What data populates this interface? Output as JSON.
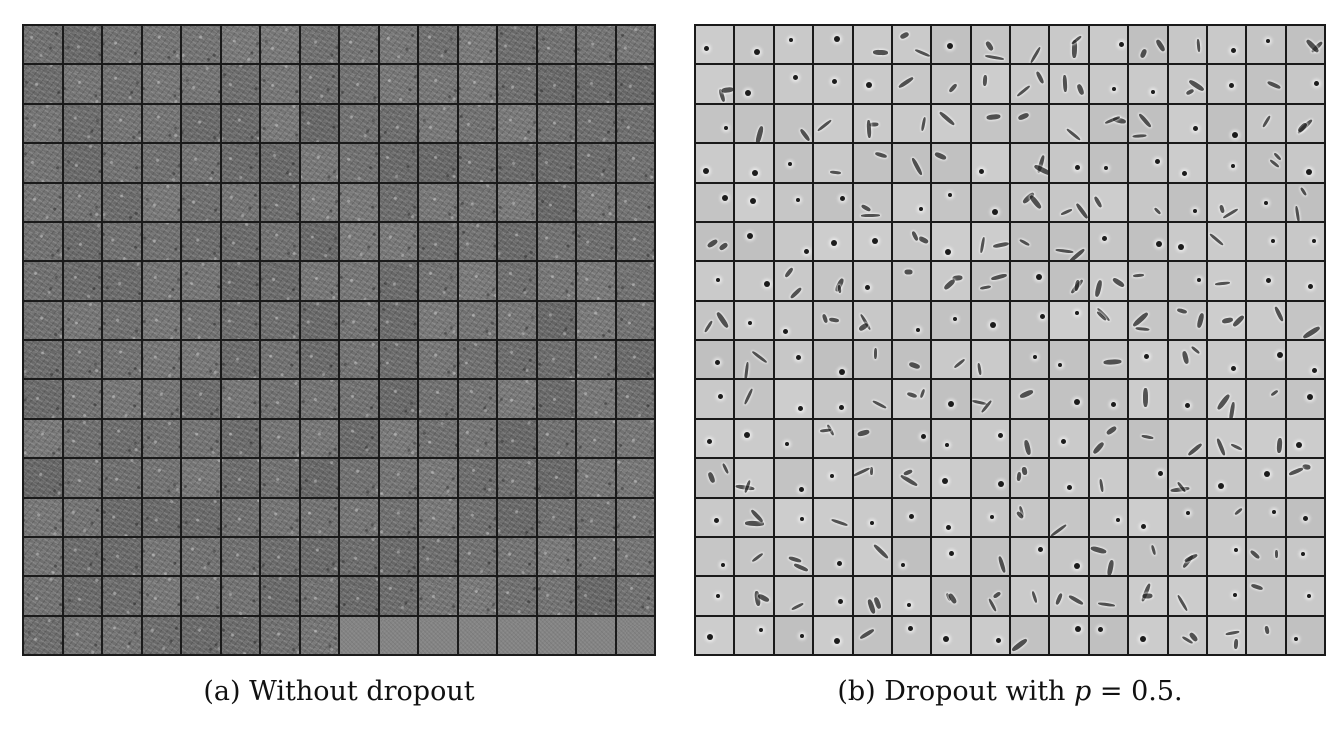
{
  "panels": [
    {
      "id": "a",
      "caption": "(a) Without dropout",
      "grid": {
        "rows": 16,
        "cols": 16
      }
    },
    {
      "id": "b",
      "caption_prefix": "(b) Dropout with ",
      "caption_var": "p",
      "caption_suffix": " = 0.5.",
      "grid": {
        "rows": 16,
        "cols": 16
      }
    }
  ],
  "colors": {
    "border": "#1a1a1a",
    "noise_tile": "#6c6c6c",
    "feature_tile": "#c6c6c6",
    "feature_dot": "#1c1c1c"
  }
}
